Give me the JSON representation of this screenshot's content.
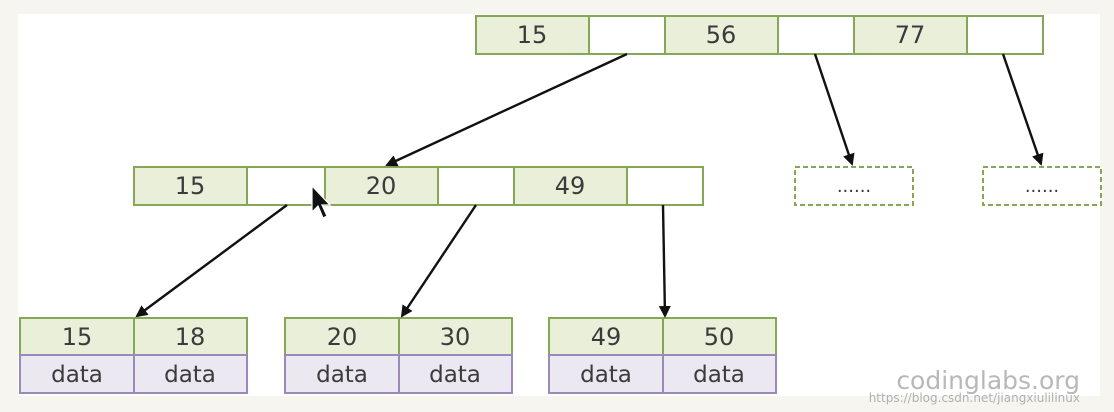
{
  "colors": {
    "key_fill": "#e9efd9",
    "key_stroke": "#86a856",
    "pointer_fill": "#ffffff",
    "data_fill": "#ece8f2",
    "data_stroke": "#9c88bb",
    "arrow": "#111111"
  },
  "tree": {
    "root": {
      "keys": [
        "15",
        "56",
        "77"
      ]
    },
    "internal": {
      "keys": [
        "15",
        "20",
        "49"
      ]
    },
    "placeholders": [
      {
        "label": "......"
      },
      {
        "label": "......"
      }
    ],
    "leaves": [
      {
        "keys": [
          "15",
          "18"
        ],
        "data": [
          "data",
          "data"
        ]
      },
      {
        "keys": [
          "20",
          "30"
        ],
        "data": [
          "data",
          "data"
        ]
      },
      {
        "keys": [
          "49",
          "50"
        ],
        "data": [
          "data",
          "data"
        ]
      }
    ]
  },
  "watermark": {
    "brand": "codinglabs.org",
    "url": "https://blog.csdn.net/jiangxiulilinux"
  },
  "cursor_icon": "arrow-cursor-icon"
}
